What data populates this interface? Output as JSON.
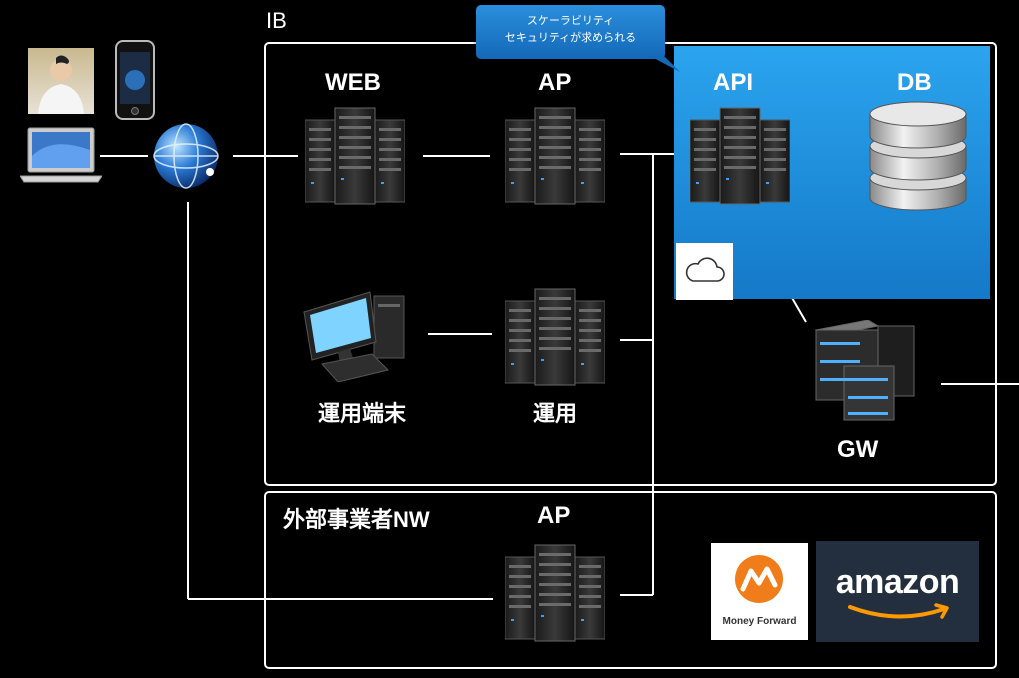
{
  "groups": {
    "ib_label": "IB",
    "external_label": "外部事業者NW"
  },
  "callout": {
    "line1": "スケーラビリティ",
    "line2": "セキュリティが求められる"
  },
  "nodes": {
    "web": "WEB",
    "ap_top": "AP",
    "api": "API",
    "db": "DB",
    "ops_terminal": "運用端末",
    "ops": "運用",
    "gw": "GW",
    "ap_external": "AP"
  },
  "partners": {
    "money_forward_text": "Money Forward",
    "amazon_text": "amazon"
  },
  "icons": [
    "user-photo-icon",
    "smartphone-icon",
    "laptop-icon",
    "internet-globe-icon",
    "server-rack-icon",
    "database-icon",
    "desktop-pc-icon",
    "cloud-icon",
    "gateway-server-icon"
  ],
  "colors": {
    "background": "#000000",
    "cloud_panel": "#1a8ee0",
    "callout": "#1c7cd0",
    "line": "#ffffff",
    "amazon_bg": "#232f3e",
    "amazon_smile": "#ff9900",
    "moneyforward_orange": "#f07c1a"
  }
}
